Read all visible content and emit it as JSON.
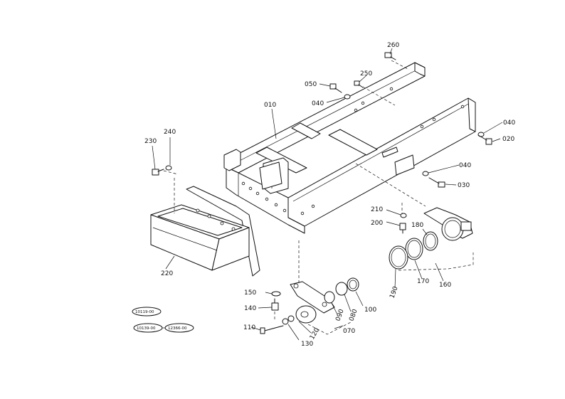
{
  "diagram": {
    "callouts": [
      {
        "id": "c260",
        "text": "260"
      },
      {
        "id": "c250",
        "text": "250"
      },
      {
        "id": "c050",
        "text": "050"
      },
      {
        "id": "c040a",
        "text": "040"
      },
      {
        "id": "c010",
        "text": "010"
      },
      {
        "id": "c040b",
        "text": "040"
      },
      {
        "id": "c020",
        "text": "020"
      },
      {
        "id": "c040c",
        "text": "040"
      },
      {
        "id": "c030",
        "text": "030"
      },
      {
        "id": "c240",
        "text": "240"
      },
      {
        "id": "c230",
        "text": "230"
      },
      {
        "id": "c220",
        "text": "220"
      },
      {
        "id": "c210",
        "text": "210"
      },
      {
        "id": "c200",
        "text": "200"
      },
      {
        "id": "c180",
        "text": "180"
      },
      {
        "id": "c190",
        "text": "190"
      },
      {
        "id": "c170",
        "text": "170"
      },
      {
        "id": "c160",
        "text": "160"
      },
      {
        "id": "c150",
        "text": "150"
      },
      {
        "id": "c140",
        "text": "140"
      },
      {
        "id": "c110",
        "text": "110"
      },
      {
        "id": "c130",
        "text": "130"
      },
      {
        "id": "c120",
        "text": "120"
      },
      {
        "id": "c090",
        "text": "090"
      },
      {
        "id": "c080",
        "text": "080"
      },
      {
        "id": "c100",
        "text": "100"
      },
      {
        "id": "c070",
        "text": "070"
      }
    ],
    "serial_tags": [
      {
        "id": "t1",
        "text": "10119-00"
      },
      {
        "id": "t2",
        "text": "10139-00"
      },
      {
        "id": "t3",
        "text": "12366-00"
      }
    ]
  }
}
